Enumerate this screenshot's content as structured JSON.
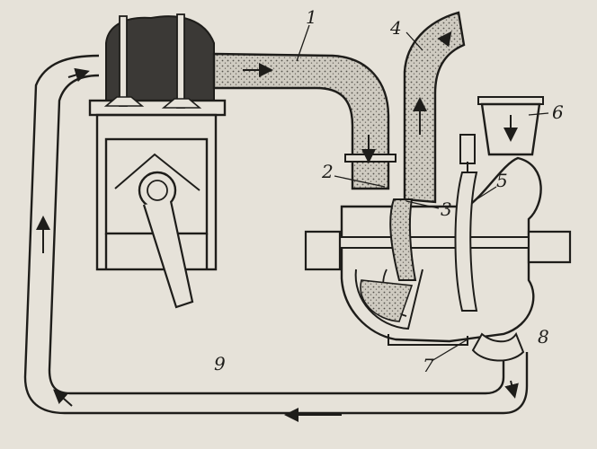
{
  "diagram": {
    "callouts": {
      "c1": "1",
      "c2": "2",
      "c3": "3",
      "c4": "4",
      "c5": "5",
      "c6": "6",
      "c7": "7",
      "c8": "8",
      "c9": "9"
    },
    "colors": {
      "background": "#e6e2d9",
      "ink": "#1e1d1a",
      "gas_fill": "#c9c5bb",
      "combustion": "#3b3936"
    },
    "icons": [
      "flow-arrow-icon"
    ]
  }
}
